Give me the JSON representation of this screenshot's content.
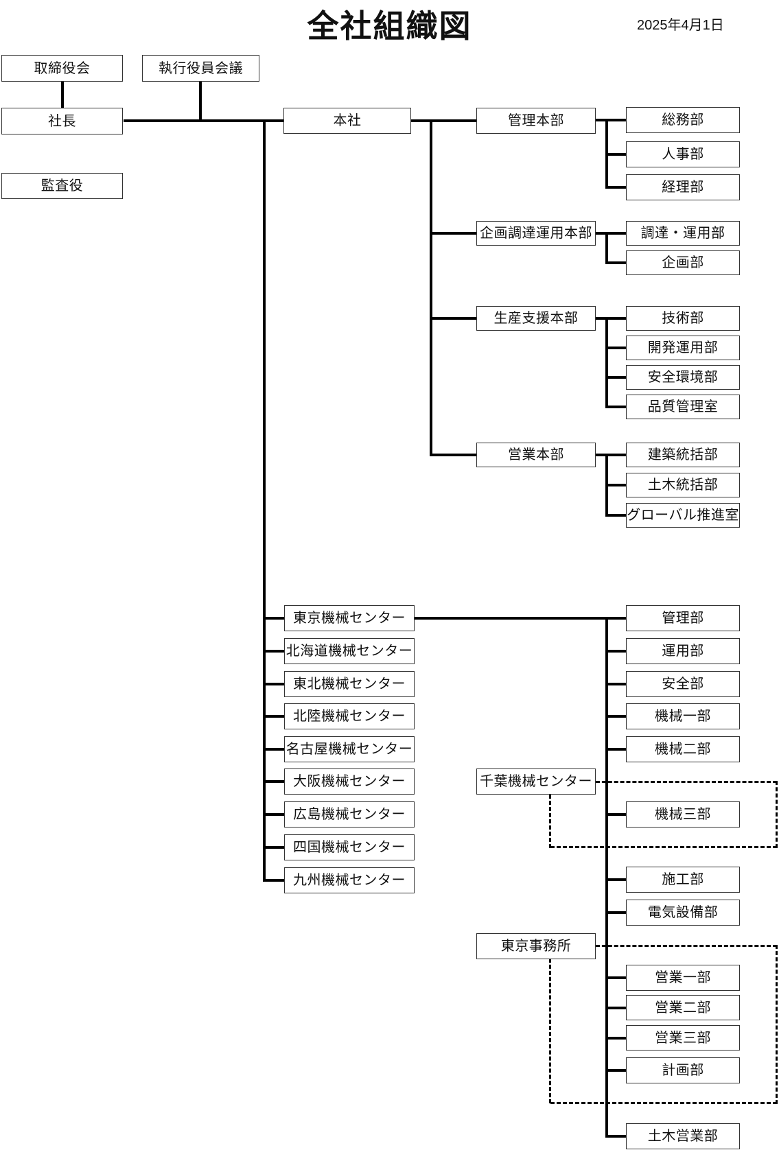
{
  "header": {
    "title": "全社組織図",
    "date": "2025年4月1日"
  },
  "governance": {
    "board": "取締役会",
    "executive_meeting": "執行役員会議",
    "president": "社長",
    "auditor": "監査役"
  },
  "head_office": {
    "label": "本社",
    "divisions": [
      {
        "label": "管理本部",
        "departments": [
          "総務部",
          "人事部",
          "経理部"
        ]
      },
      {
        "label": "企画調達運用本部",
        "departments": [
          "調達・運用部",
          "企画部"
        ]
      },
      {
        "label": "生産支援本部",
        "departments": [
          "技術部",
          "開発運用部",
          "安全環境部",
          "品質管理室"
        ]
      },
      {
        "label": "営業本部",
        "departments": [
          "建築統括部",
          "土木統括部",
          "グローバル推進室"
        ]
      }
    ]
  },
  "machine_centers": {
    "primary": "東京機械センター",
    "regional": [
      "北海道機械センター",
      "東北機械センター",
      "北陸機械センター",
      "名古屋機械センター",
      "大阪機械センター",
      "広島機械センター",
      "四国機械センター",
      "九州機械センター"
    ],
    "chiba": "千葉機械センター",
    "tokyo_office": "東京事務所",
    "departments": [
      "管理部",
      "運用部",
      "安全部",
      "機械一部",
      "機械二部",
      "機械三部",
      "施工部",
      "電気設備部",
      "営業一部",
      "営業二部",
      "営業三部",
      "計画部",
      "土木営業部"
    ]
  }
}
